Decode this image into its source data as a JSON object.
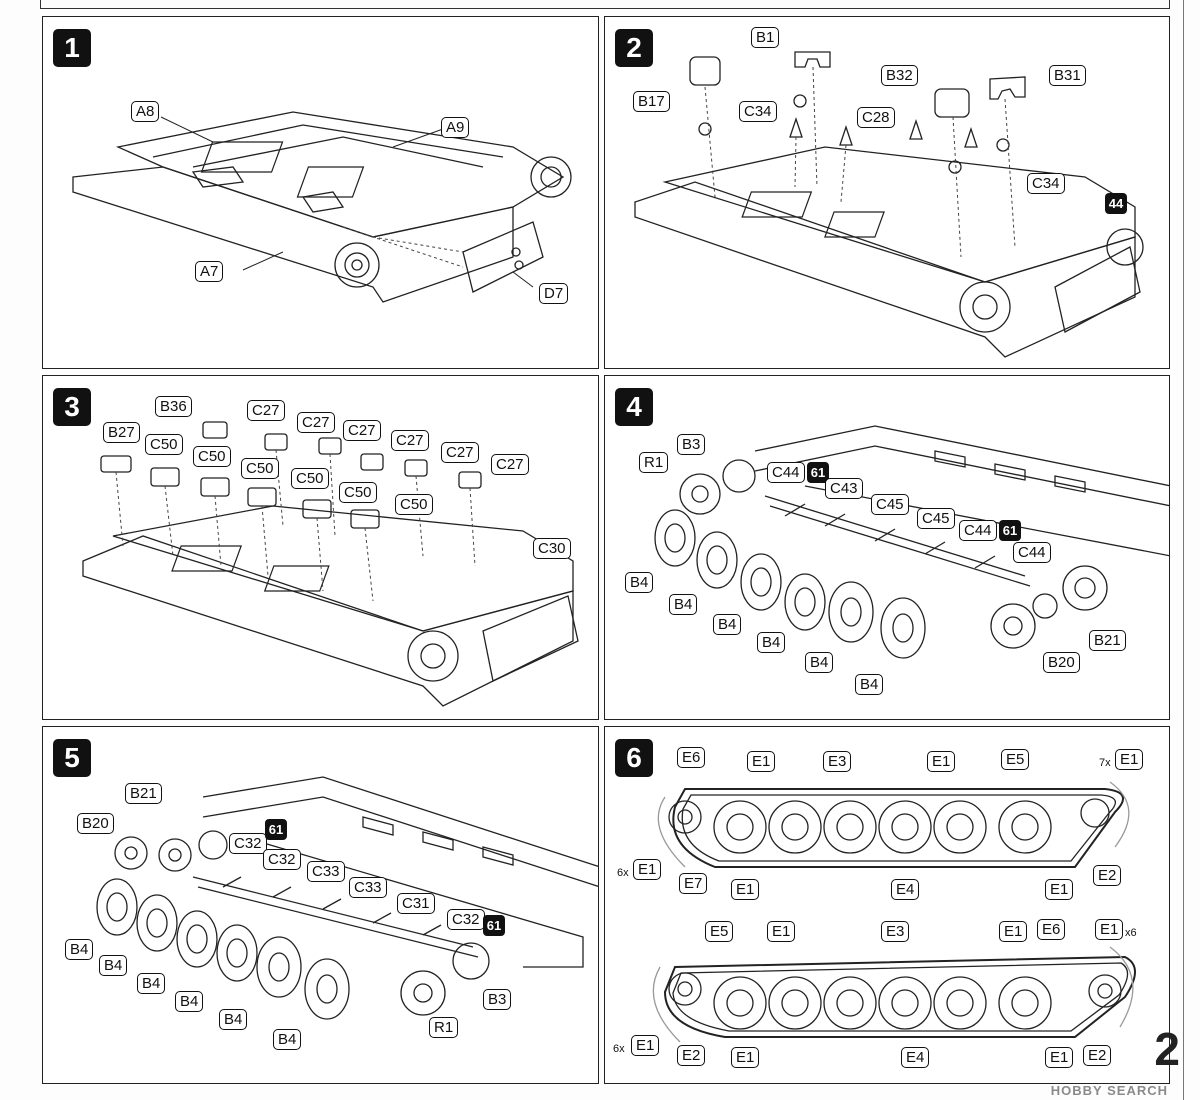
{
  "page_number": "2",
  "watermark": "HOBBY SEARCH",
  "steps": [
    {
      "number": "1",
      "labels": [
        "A8",
        "A9",
        "A7",
        "D7"
      ]
    },
    {
      "number": "2",
      "labels": [
        "B1",
        "B17",
        "C34",
        "B32",
        "B31",
        "C28",
        "C34"
      ],
      "badges": [
        "44"
      ]
    },
    {
      "number": "3",
      "labels": [
        "B36",
        "C27",
        "B27",
        "C50",
        "C27",
        "C27",
        "C27",
        "C50",
        "C27",
        "C27",
        "C50",
        "C50",
        "C50",
        "C50",
        "C30"
      ]
    },
    {
      "number": "4",
      "labels": [
        "B3",
        "R1",
        "C44",
        "C43",
        "C45",
        "C45",
        "C44",
        "C44",
        "B4",
        "B4",
        "B4",
        "B4",
        "B4",
        "B4",
        "B21",
        "B20"
      ],
      "badges": [
        "61",
        "61"
      ]
    },
    {
      "number": "5",
      "labels": [
        "B21",
        "B20",
        "C32",
        "C32",
        "C33",
        "C33",
        "C31",
        "C32",
        "B4",
        "B4",
        "B4",
        "B4",
        "B4",
        "B4",
        "R1",
        "B3"
      ],
      "badges": [
        "61",
        "61"
      ]
    },
    {
      "number": "6",
      "labels": [
        "E6",
        "E1",
        "E3",
        "E1",
        "E5",
        "E1",
        "E1",
        "E7",
        "E1",
        "E4",
        "E1",
        "E2",
        "E5",
        "E1",
        "E3",
        "E1",
        "E6",
        "E1",
        "E1",
        "E2",
        "E1",
        "E4",
        "E1",
        "E2"
      ],
      "multipliers": [
        "7x",
        "6x",
        "x6",
        "6x"
      ]
    }
  ]
}
